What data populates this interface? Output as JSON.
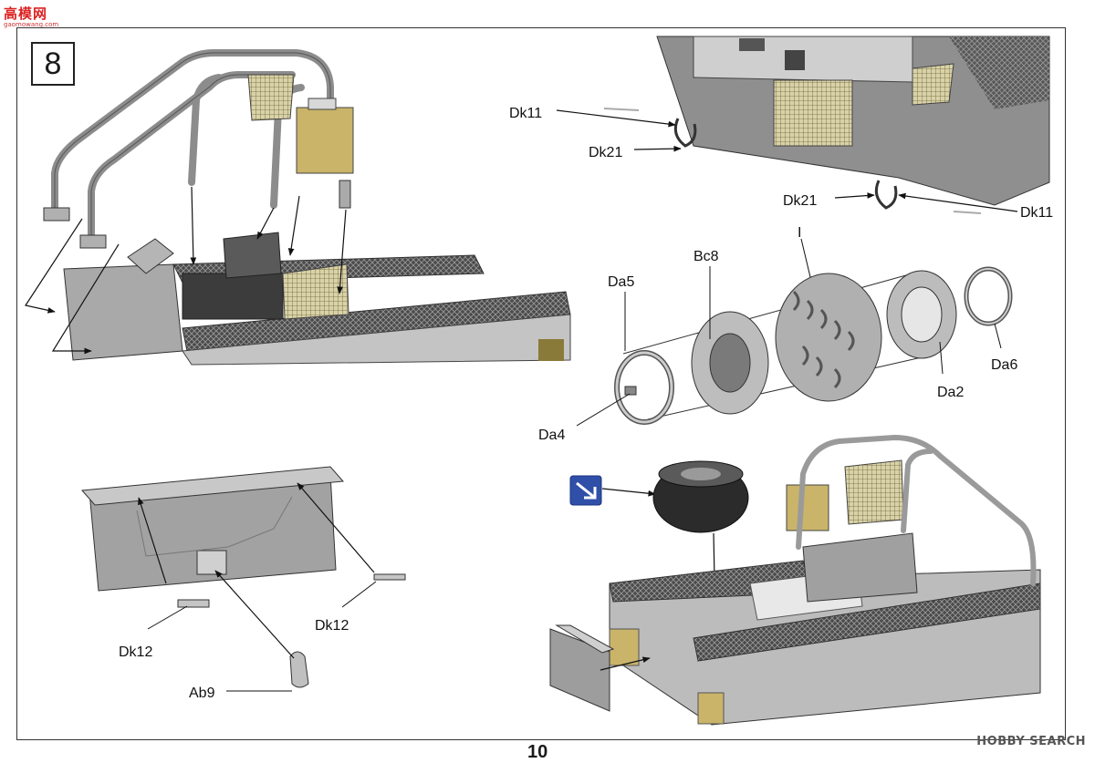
{
  "watermark": {
    "name": "高模网",
    "sub": "gaomowang.com"
  },
  "step_number": "8",
  "page_number": "10",
  "footer_watermark": "HOBBY SEARCH",
  "part_labels": {
    "dk11_top": "Dk11",
    "dk21_top": "Dk21",
    "dk21_right": "Dk21",
    "dk11_right": "Dk11",
    "i": "I",
    "bc8": "Bc8",
    "da5": "Da5",
    "da6": "Da6",
    "da2": "Da2",
    "da4": "Da4",
    "dk12_left": "Dk12",
    "dk12_right": "Dk12",
    "ab9": "Ab9"
  },
  "colors": {
    "frame": "#333333",
    "part_grey": "#b7b7b7",
    "dark": "#3a3a3a",
    "accent_yellow": "#c9b46a",
    "icon_blue": "#2f4fa8"
  }
}
